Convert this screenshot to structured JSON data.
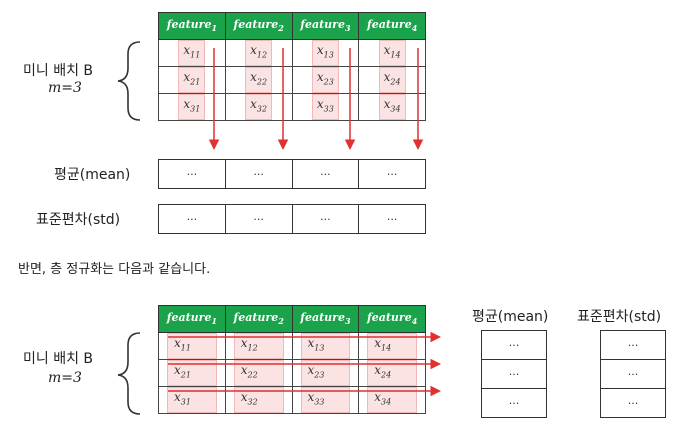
{
  "top_diagram": {
    "headers": [
      {
        "base": "feature",
        "sub": "1"
      },
      {
        "base": "feature",
        "sub": "2"
      },
      {
        "base": "feature",
        "sub": "3"
      },
      {
        "base": "feature",
        "sub": "4"
      }
    ],
    "rows": [
      [
        {
          "b": "x",
          "s": "11"
        },
        {
          "b": "x",
          "s": "12"
        },
        {
          "b": "x",
          "s": "13"
        },
        {
          "b": "x",
          "s": "14"
        }
      ],
      [
        {
          "b": "x",
          "s": "21"
        },
        {
          "b": "x",
          "s": "22"
        },
        {
          "b": "x",
          "s": "23"
        },
        {
          "b": "x",
          "s": "24"
        }
      ],
      [
        {
          "b": "x",
          "s": "31"
        },
        {
          "b": "x",
          "s": "32"
        },
        {
          "b": "x",
          "s": "33"
        },
        {
          "b": "x",
          "s": "34"
        }
      ]
    ],
    "batch_label": "미니 배치 B",
    "batch_size": "m=3",
    "mean_label": "평균(mean)",
    "std_label": "표준편차(std)",
    "ellipsis": "···"
  },
  "paragraph": "반면, 층 정규화는 다음과 같습니다.",
  "bottom_diagram": {
    "batch_label": "미니 배치 B",
    "batch_size": "m=3",
    "mean_label": "평균(mean)",
    "std_label": "표준편차(std)",
    "ellipsis": "···"
  },
  "colors": {
    "header_green": "#1aa34a",
    "arrow_red": "#e03030",
    "cell_pink": "#fbe3e3"
  }
}
